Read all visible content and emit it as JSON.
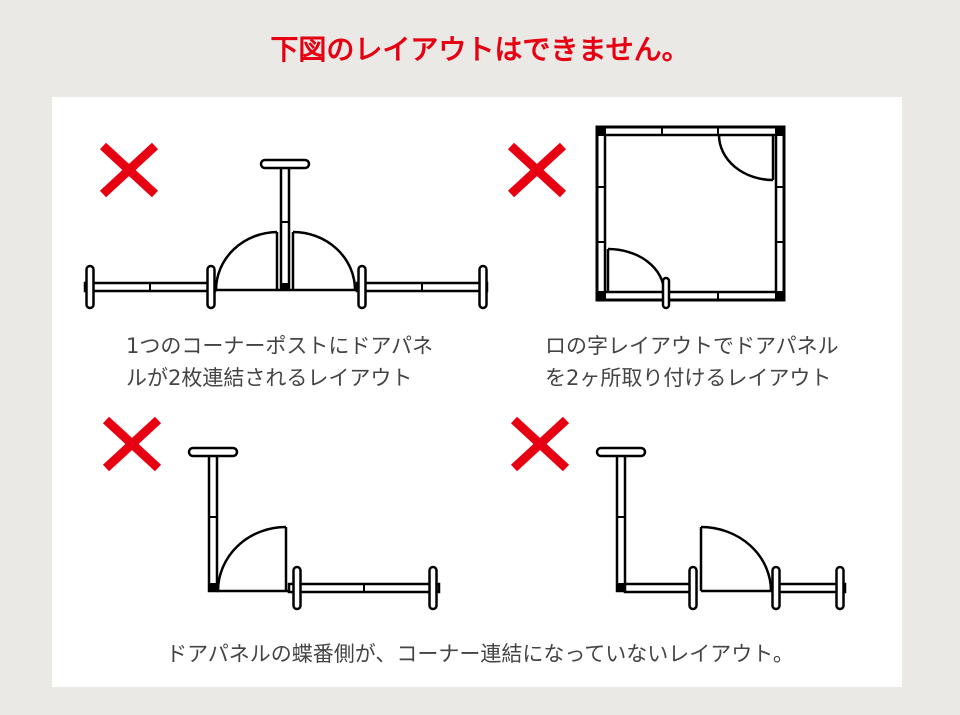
{
  "header": {
    "title": "下図のレイアウトはできません。",
    "title_color": "#e60012"
  },
  "colors": {
    "background": "#ebe9e6",
    "panel": "#ffffff",
    "cross_mark": "#e60012",
    "caption_text": "#444444",
    "line": "#000000"
  },
  "diagrams": [
    {
      "id": "corner-post-two-doors",
      "mark": "cross-icon",
      "caption_line1": "1つのコーナーポストにドアパネ",
      "caption_line2": "ルが2枚連結されるレイアウト"
    },
    {
      "id": "square-layout-two-doors",
      "mark": "cross-icon",
      "caption_line1": "ロの字レイアウトでドアパネル",
      "caption_line2": "を2ヶ所取り付けるレイアウト"
    },
    {
      "id": "l-layout-hinge-not-corner-a",
      "mark": "cross-icon"
    },
    {
      "id": "l-layout-hinge-not-corner-b",
      "mark": "cross-icon"
    }
  ],
  "footer": {
    "caption": "ドアパネルの蝶番側が、コーナー連結になっていないレイアウト。"
  }
}
